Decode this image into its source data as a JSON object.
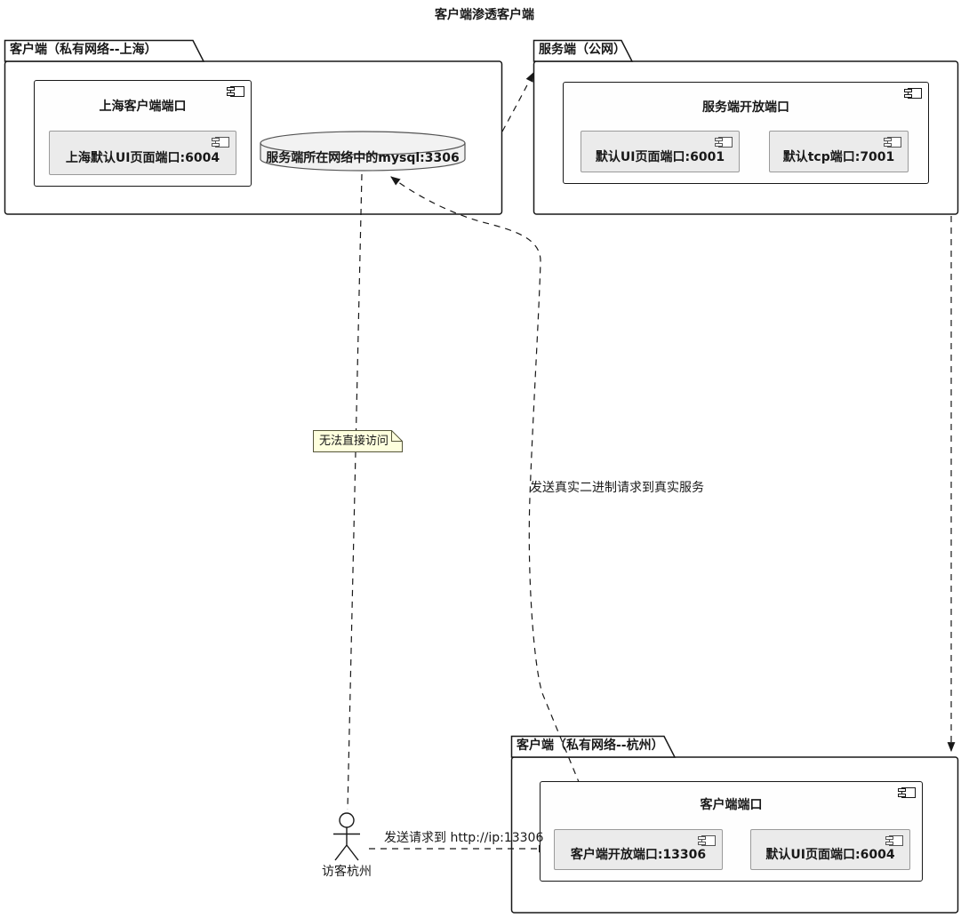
{
  "title": "客户端渗透客户端",
  "packages": {
    "shanghai": {
      "label": "客户端（私有网络--上海）",
      "component": {
        "title": "上海客户端端口",
        "ports": [
          {
            "label": "上海默认UI页面端口:6004"
          }
        ]
      },
      "database": {
        "label": "服务端所在网络中的mysql:3306"
      }
    },
    "server": {
      "label": "服务端（公网）",
      "component": {
        "title": "服务端开放端口",
        "ports": [
          {
            "label": "默认UI页面端口:6001"
          },
          {
            "label": "默认tcp端口:7001"
          }
        ]
      }
    },
    "hangzhou": {
      "label": "客户端（私有网络--杭州）",
      "component": {
        "title": "客户端端口",
        "ports": [
          {
            "label": "客户端开放端口:13306"
          },
          {
            "label": "默认UI页面端口:6004"
          }
        ]
      }
    }
  },
  "actor": {
    "label": "访客杭州"
  },
  "note": {
    "text": "无法直接访问"
  },
  "edges": [
    {
      "label": "发送请求到 http://ip:13306"
    },
    {
      "label": "发送真实二进制请求到真实服务"
    }
  ],
  "colors": {
    "border": "#181818",
    "port_fill": "#EBEBEB",
    "database_fill": "#F2F2F2",
    "note_fill": "#FEFFDD"
  }
}
